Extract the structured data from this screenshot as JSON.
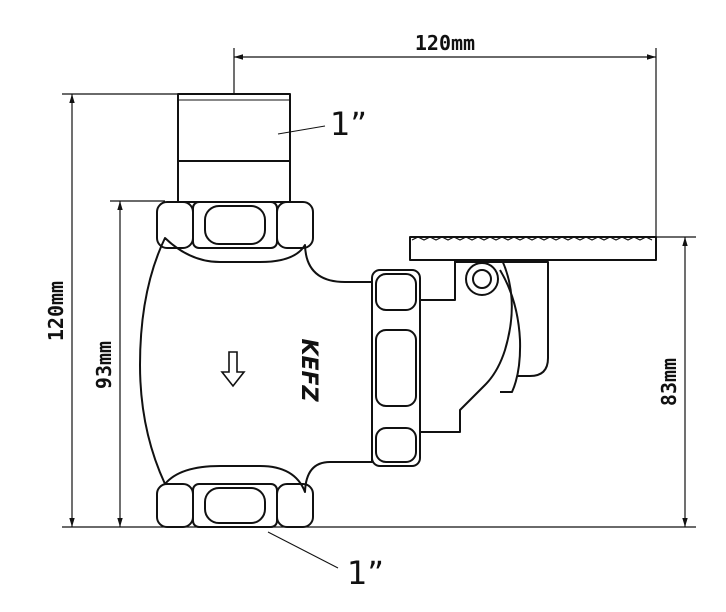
{
  "dimensions": {
    "overall_width": "120mm",
    "overall_height": "120mm",
    "valve_body_height": "93mm",
    "pedal_height": "83mm"
  },
  "callouts": {
    "top_thread": "1”",
    "bottom_thread": "1”"
  },
  "logo": {
    "text": "KEFZ"
  },
  "flow_direction": "down-arrow-icon",
  "colors": {
    "line": "#111111",
    "background": "#ffffff"
  }
}
